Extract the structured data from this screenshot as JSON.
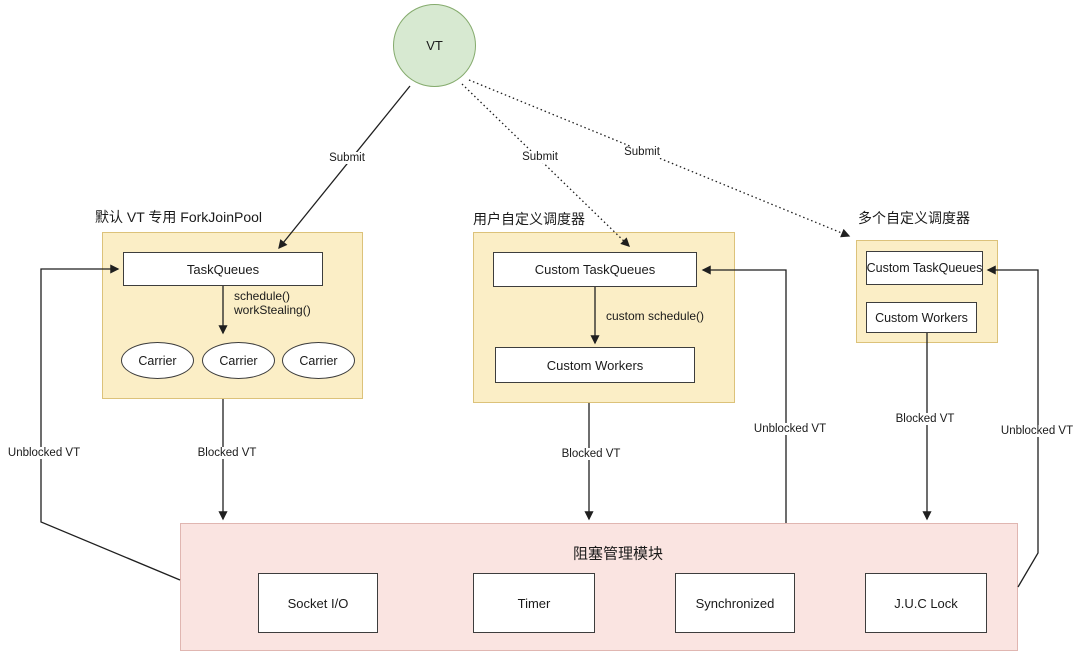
{
  "nodes": {
    "vt": "VT"
  },
  "schedulers": {
    "forkjoin": {
      "title": "默认 VT 专用 ForkJoinPool",
      "task_queues": "TaskQueues",
      "carriers": [
        "Carrier",
        "Carrier",
        "Carrier"
      ]
    },
    "custom": {
      "title": "用户自定义调度器",
      "task_queues": "Custom TaskQueues",
      "workers": "Custom Workers"
    },
    "multi": {
      "title": "多个自定义调度器",
      "task_queues": "Custom TaskQueues",
      "workers": "Custom Workers"
    }
  },
  "blocking_module": {
    "title": "阻塞管理模块",
    "items": [
      "Socket I/O",
      "Timer",
      "Synchronized",
      "J.U.C Lock"
    ]
  },
  "edge_labels": {
    "submit_forkjoin": "Submit",
    "submit_custom": "Submit",
    "submit_multi": "Submit",
    "schedule": "schedule()",
    "work_stealing": "workStealing()",
    "custom_schedule": "custom schedule()",
    "blocked_forkjoin": "Blocked VT",
    "blocked_custom": "Blocked VT",
    "blocked_multi": "Blocked VT",
    "unblocked_forkjoin": "Unblocked VT",
    "unblocked_custom": "Unblocked VT",
    "unblocked_multi": "Unblocked VT"
  },
  "colors": {
    "vt_fill": "#d7e9d1",
    "vt_border": "#85ab6d",
    "pool_fill": "#fbeec6",
    "pool_border": "#dcc27a",
    "blocking_fill": "#fae4e1",
    "blocking_border": "#e0b6b1",
    "line": "#1f1f1f"
  }
}
